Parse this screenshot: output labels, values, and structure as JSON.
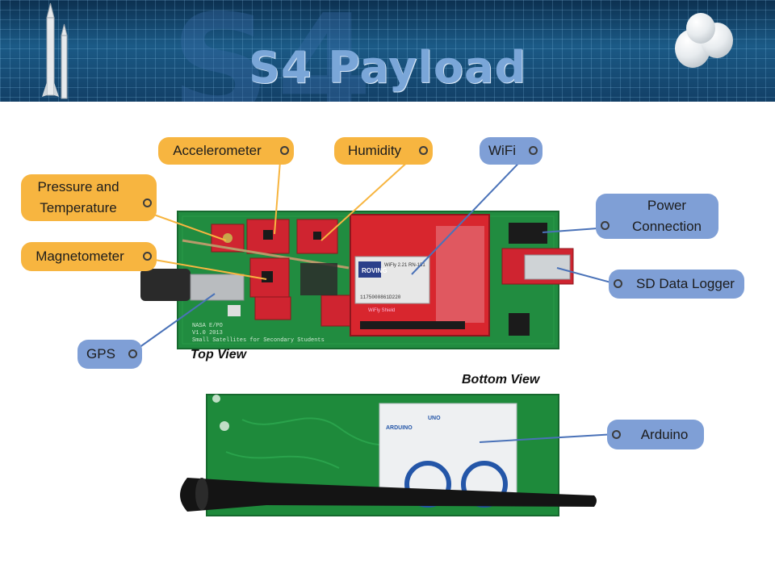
{
  "slide": {
    "title": "S4 Payload",
    "watermark": "S4"
  },
  "callouts": {
    "accelerometer": "Accelerometer",
    "humidity": "Humidity",
    "wifi": "WiFi",
    "pressure_line1": "Pressure and",
    "pressure_line2": "Temperature",
    "power_line1": "Power",
    "power_line2": "Connection",
    "magnetometer": "Magnetometer",
    "sd_logger": "SD Data Logger",
    "gps": "GPS",
    "arduino": "Arduino"
  },
  "labels": {
    "top_view": "Top View",
    "bottom_view": "Bottom View"
  },
  "board_text": {
    "nasa": "NASA E/PO",
    "version": "V1.0    2013",
    "tagline": "Small Satellites for Secondary Students",
    "wifi_module": "WiFly 2.21 RN-131",
    "roving": "ROVING",
    "serial": "1175000861D220",
    "wifly_shield": "WiFly Shield",
    "arduino_brand": "ARDUINO",
    "uno": "UNO"
  },
  "colors": {
    "orange_callout": "#f7b540",
    "blue_callout": "#7f9fd6",
    "pcb_green": "#1f8a3c",
    "shield_red": "#d8262e"
  }
}
